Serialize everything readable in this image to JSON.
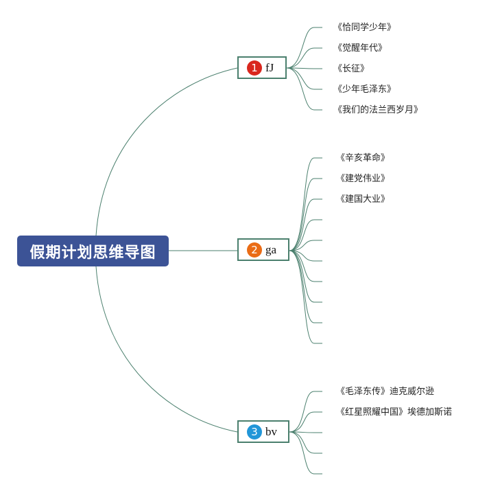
{
  "root": {
    "title": "假期计划思维导图"
  },
  "branches": [
    {
      "number": "1",
      "label": "fJ",
      "color": "#d9271e",
      "leaves": [
        "《恰同学少年》",
        "《觉醒年代》",
        "《长征》",
        "《少年毛泽东》",
        "《我们的法兰西岁月》"
      ]
    },
    {
      "number": "2",
      "label": "ga",
      "color": "#ea6c16",
      "leaves": [
        "《辛亥革命》",
        "《建党伟业》",
        "《建国大业》",
        "",
        "",
        "",
        "",
        "",
        ""
      ]
    },
    {
      "number": "3",
      "label": "bv",
      "color": "#2196d8",
      "leaves": [
        "《毛泽东传》迪克威尔逊",
        "《红星照耀中国》埃德加斯诺",
        "",
        "",
        ""
      ]
    }
  ],
  "colors": {
    "root_bg": "#3c5396",
    "line": "#4a7f6d"
  }
}
